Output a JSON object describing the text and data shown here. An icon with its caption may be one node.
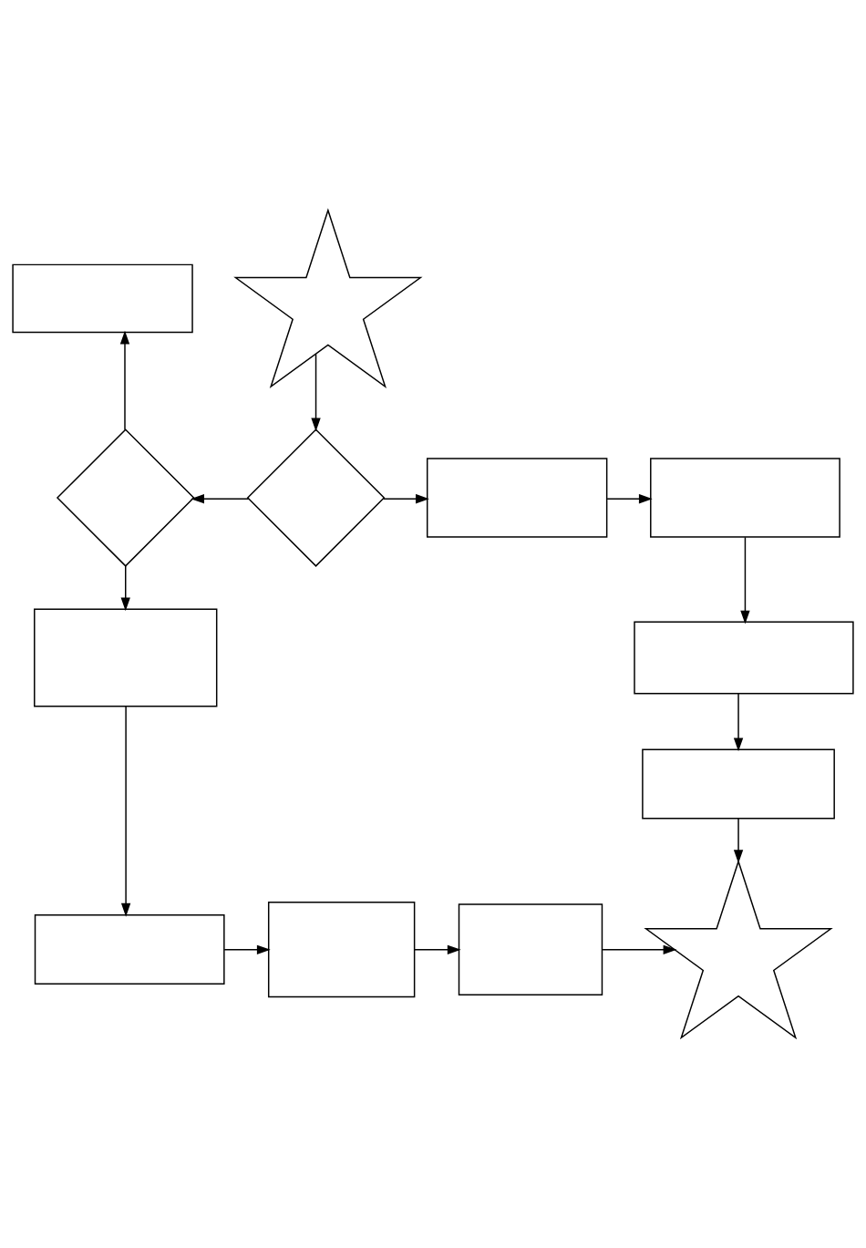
{
  "diagram": {
    "nodes": [
      {
        "text": [],
        "shape": "starburst"
      },
      {
        "text": [],
        "shape": "box"
      },
      {
        "text": [],
        "shape": "diamond"
      },
      {
        "text": [],
        "shape": "diamond"
      },
      {
        "text": [],
        "shape": "box"
      },
      {
        "text": [],
        "shape": "box"
      },
      {
        "text": [],
        "shape": "box"
      },
      {
        "text": [],
        "shape": "box"
      },
      {
        "text": [],
        "shape": "box"
      },
      {
        "text": [],
        "shape": "box"
      },
      {
        "text": [],
        "shape": "box"
      },
      {
        "text": [],
        "shape": "box"
      },
      {
        "text": [],
        "shape": "starburst"
      }
    ],
    "edges": [
      {
        "from": 0,
        "to": 3,
        "arrow": "to"
      },
      {
        "from": 3,
        "to": 2,
        "arrow": "to"
      },
      {
        "from": 3,
        "to": 4,
        "arrow": "to"
      },
      {
        "from": 2,
        "to": 1,
        "arrow": "to"
      },
      {
        "from": 2,
        "to": 7,
        "arrow": "to"
      },
      {
        "from": 4,
        "to": 5,
        "arrow": "to"
      },
      {
        "from": 5,
        "to": 6,
        "arrow": "to"
      },
      {
        "from": 6,
        "to": 8,
        "arrow": "to"
      },
      {
        "from": 8,
        "to": 12,
        "arrow": "to"
      },
      {
        "from": 7,
        "to": 9,
        "arrow": "to"
      },
      {
        "from": 9,
        "to": 10,
        "arrow": "to"
      },
      {
        "from": 10,
        "to": 11,
        "arrow": "to"
      },
      {
        "from": 11,
        "to": 12,
        "arrow": "to"
      }
    ]
  }
}
